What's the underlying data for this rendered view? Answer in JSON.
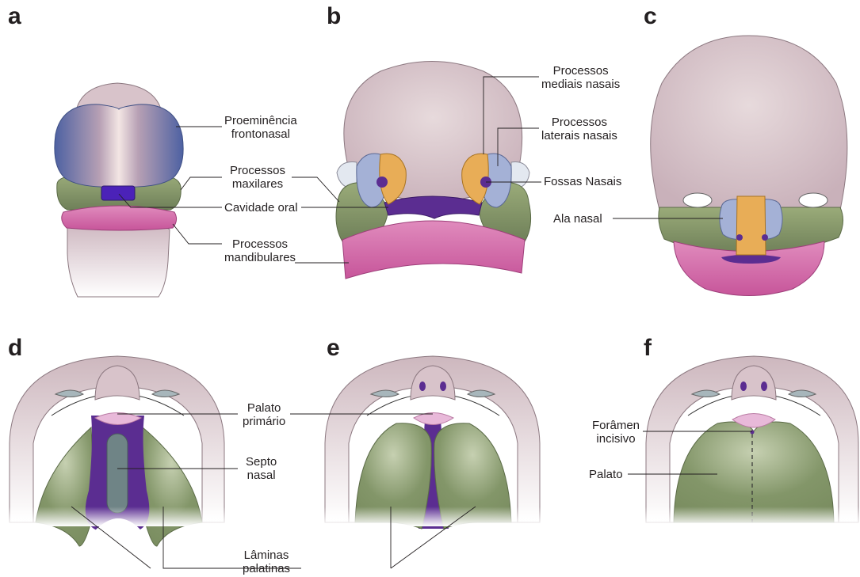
{
  "panels": {
    "a": "a",
    "b": "b",
    "c": "c",
    "d": "d",
    "e": "e",
    "f": "f"
  },
  "labels": {
    "proeminencia": [
      "Proeminência",
      "frontonasal"
    ],
    "maxilares": [
      "Processos",
      "maxilares"
    ],
    "cavidade": "Cavidade oral",
    "mandibulares": [
      "Processos",
      "mandibulares"
    ],
    "mediais": [
      "Processos",
      "mediais nasais"
    ],
    "laterais": [
      "Processos",
      "laterais nasais"
    ],
    "fossas": "Fossas Nasais",
    "ala": "Ala nasal",
    "palato_primario": [
      "Palato",
      "primário"
    ],
    "septo": [
      "Septo",
      "nasal"
    ],
    "laminas": [
      "Lâminas",
      "palatinas"
    ],
    "foramen": [
      "Forâmen",
      "incisivo"
    ],
    "palato": "Palato"
  },
  "colors": {
    "frontonasal_blue": "#5b6fa6",
    "head_pink": "#d8c3ca",
    "maxillary_green": "#8a9a6b",
    "mandibular_pink": "#d66aa8",
    "oral_purple": "#5b2d91",
    "medial_orange": "#e8ad57",
    "lateral_blue": "#a4b1d6",
    "septum_gray": "#6f8486",
    "palate_green": "#7f9366",
    "primary_palate_pink": "#e8b9d9"
  }
}
